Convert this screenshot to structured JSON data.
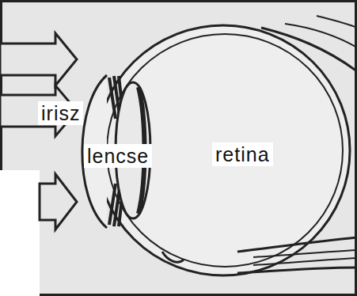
{
  "diagram": {
    "labels": [
      "irisz",
      "lencse",
      "retina"
    ]
  }
}
